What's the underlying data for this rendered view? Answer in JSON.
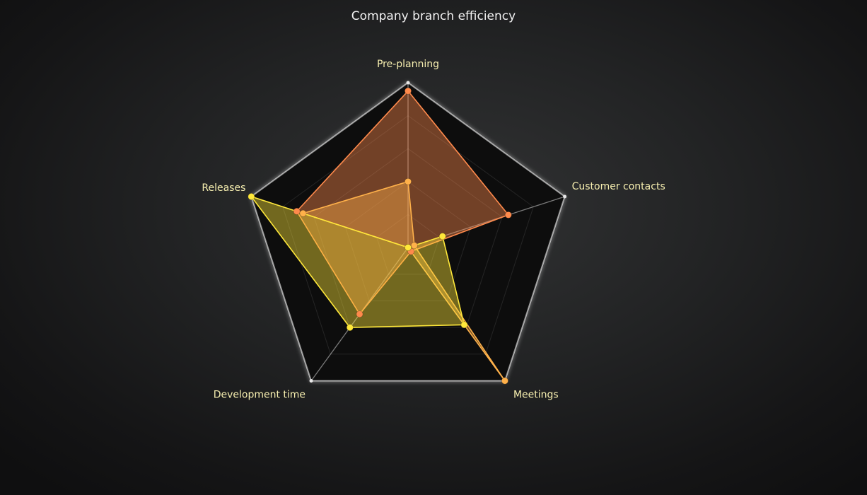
{
  "chart_data": {
    "type": "radar",
    "title": "Company branch efficiency",
    "axes": [
      "Pre-planning",
      "Customer contacts",
      "Meetings",
      "Development time",
      "Releases"
    ],
    "range": [
      0,
      100
    ],
    "grid": true,
    "legend": "none",
    "series": [
      {
        "color": "#ff8a4c",
        "values": [
          95,
          64,
          3,
          50,
          71
        ]
      },
      {
        "color": "#ffb14a",
        "values": [
          40,
          4,
          100,
          0,
          67
        ]
      },
      {
        "color": "#ffe83a",
        "values": [
          0,
          22,
          58,
          60,
          100
        ]
      }
    ],
    "colors": {
      "plot_area": "#0c0c0c",
      "grid": "#ffffff",
      "axis_label": "#f7efb0",
      "title": "#f2f2f2"
    }
  }
}
